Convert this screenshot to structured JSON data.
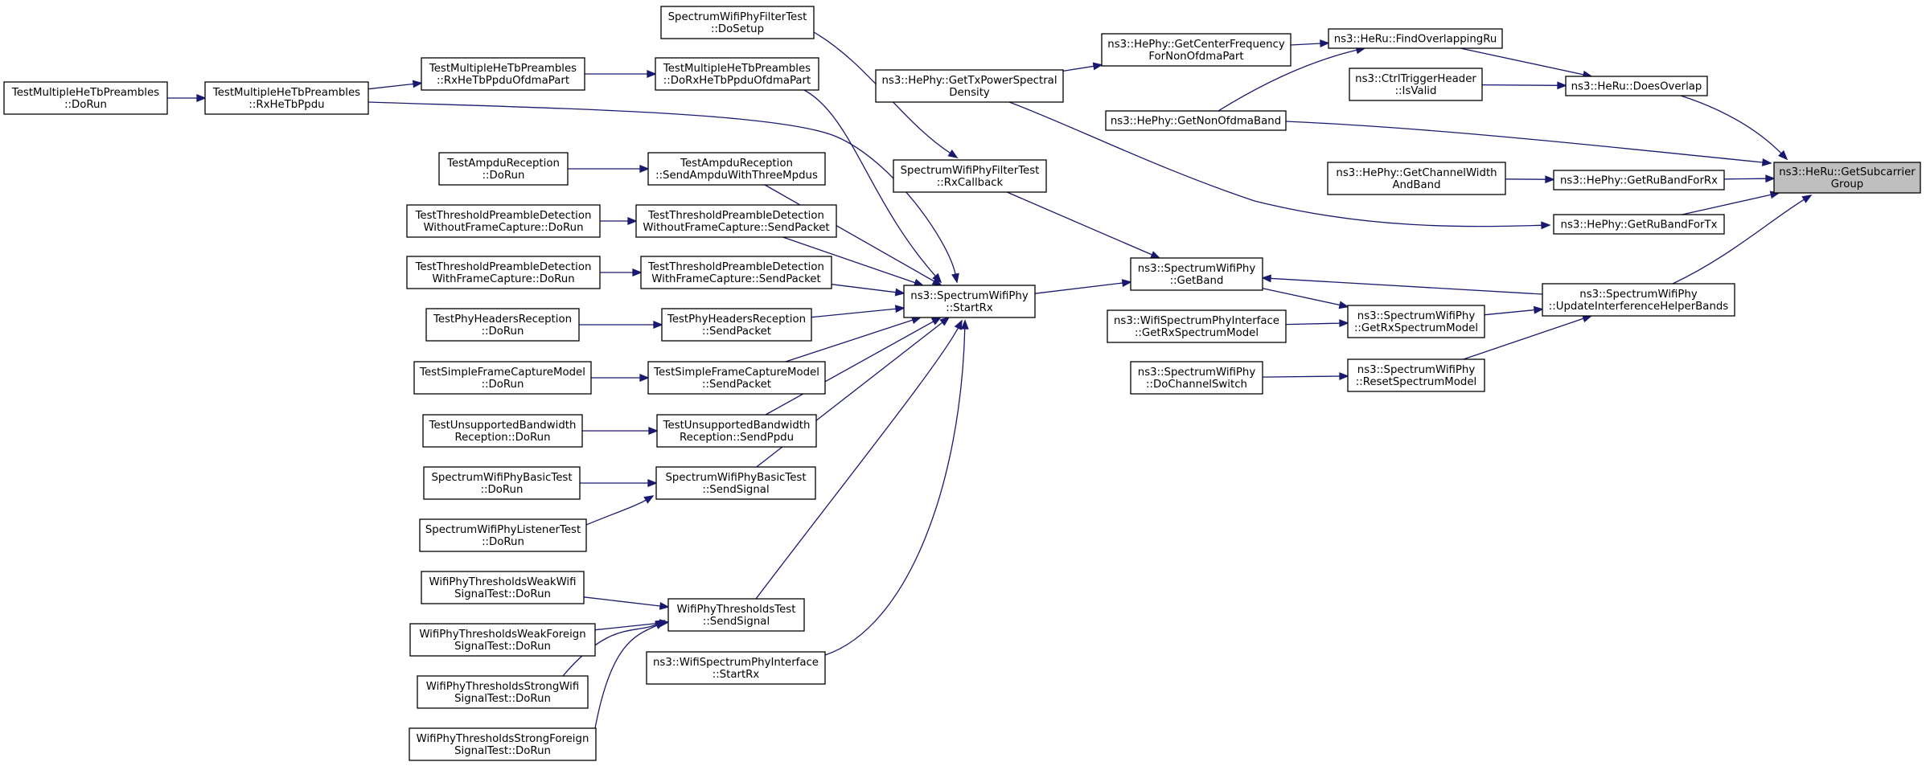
{
  "nodes": {
    "root": [
      "ns3::HeRu::GetSubcarrier",
      "Group"
    ],
    "doesOverlap": [
      "ns3::HeRu::DoesOverlap"
    ],
    "findOverlappingRu": [
      "ns3::HeRu::FindOverlappingRu"
    ],
    "isValid": [
      "ns3::CtrlTriggerHeader",
      "::IsValid"
    ],
    "getRuBandForRx": [
      "ns3::HePhy::GetRuBandForRx"
    ],
    "getRuBandForTx": [
      "ns3::HePhy::GetRuBandForTx"
    ],
    "getNonOfdmaBand": [
      "ns3::HePhy::GetNonOfdmaBand"
    ],
    "getChannelWidthAndBand": [
      "ns3::HePhy::GetChannelWidth",
      "AndBand"
    ],
    "updateInterference": [
      "ns3::SpectrumWifiPhy",
      "::UpdateInterferenceHelperBands"
    ],
    "getCenterFrequency": [
      "ns3::HePhy::GetCenterFrequency",
      "ForNonOfdmaPart"
    ],
    "getTxPsd": [
      "ns3::HePhy::GetTxPowerSpectral",
      "Density"
    ],
    "getBand": [
      "ns3::SpectrumWifiPhy",
      "::GetBand"
    ],
    "getRxSpectrumModel": [
      "ns3::SpectrumWifiPhy",
      "::GetRxSpectrumModel"
    ],
    "resetSpectrumModel": [
      "ns3::SpectrumWifiPhy",
      "::ResetSpectrumModel"
    ],
    "ifaceGetRxSpectrumModel": [
      "ns3::WifiSpectrumPhyInterface",
      "::GetRxSpectrumModel"
    ],
    "doChannelSwitch": [
      "ns3::SpectrumWifiPhy",
      "::DoChannelSwitch"
    ],
    "startRx": [
      "ns3::SpectrumWifiPhy",
      "::StartRx"
    ],
    "filterRxCallback": [
      "SpectrumWifiPhyFilterTest",
      "::RxCallback"
    ],
    "filterDoSetup": [
      "SpectrumWifiPhyFilterTest",
      "::DoSetup"
    ],
    "mhtbDoRxOfdma": [
      "TestMultipleHeTbPreambles",
      "::DoRxHeTbPpduOfdmaPart"
    ],
    "mhtbRxOfdma": [
      "TestMultipleHeTbPreambles",
      "::RxHeTbPpduOfdmaPart"
    ],
    "mhtbRxHeTbPpdu": [
      "TestMultipleHeTbPreambles",
      "::RxHeTbPpdu"
    ],
    "mhtbDoRun": [
      "TestMultipleHeTbPreambles",
      "::DoRun"
    ],
    "ampduSend": [
      "TestAmpduReception",
      "::SendAmpduWithThreeMpdus"
    ],
    "ampduDoRun": [
      "TestAmpduReception",
      "::DoRun"
    ],
    "tpdWoSend": [
      "TestThresholdPreambleDetection",
      "WithoutFrameCapture::SendPacket"
    ],
    "tpdWoDoRun": [
      "TestThresholdPreambleDetection",
      "WithoutFrameCapture::DoRun"
    ],
    "tpdWSend": [
      "TestThresholdPreambleDetection",
      "WithFrameCapture::SendPacket"
    ],
    "tpdWDoRun": [
      "TestThresholdPreambleDetection",
      "WithFrameCapture::DoRun"
    ],
    "phrSend": [
      "TestPhyHeadersReception",
      "::SendPacket"
    ],
    "phrDoRun": [
      "TestPhyHeadersReception",
      "::DoRun"
    ],
    "sfcSend": [
      "TestSimpleFrameCaptureModel",
      "::SendPacket"
    ],
    "sfcDoRun": [
      "TestSimpleFrameCaptureModel",
      "::DoRun"
    ],
    "ubSend": [
      "TestUnsupportedBandwidth",
      "Reception::SendPpdu"
    ],
    "ubDoRun": [
      "TestUnsupportedBandwidth",
      "Reception::DoRun"
    ],
    "basicSend": [
      "SpectrumWifiPhyBasicTest",
      "::SendSignal"
    ],
    "basicDoRun": [
      "SpectrumWifiPhyBasicTest",
      "::DoRun"
    ],
    "listenerDoRun": [
      "SpectrumWifiPhyListenerTest",
      "::DoRun"
    ],
    "thrSend": [
      "WifiPhyThresholdsTest",
      "::SendSignal"
    ],
    "thrWeakWifi": [
      "WifiPhyThresholdsWeakWifi",
      "SignalTest::DoRun"
    ],
    "thrWeakForeign": [
      "WifiPhyThresholdsWeakForeign",
      "SignalTest::DoRun"
    ],
    "thrStrongWifi": [
      "WifiPhyThresholdsStrongWifi",
      "SignalTest::DoRun"
    ],
    "thrStrongForeign": [
      "WifiPhyThresholdsStrongForeign",
      "SignalTest::DoRun"
    ],
    "ifaceStartRx": [
      "ns3::WifiSpectrumPhyInterface",
      "::StartRx"
    ]
  },
  "edges": [
    [
      "doesOverlap",
      "root"
    ],
    [
      "getRuBandForRx",
      "root"
    ],
    [
      "getRuBandForTx",
      "root"
    ],
    [
      "getNonOfdmaBand",
      "root"
    ],
    [
      "updateInterference",
      "root"
    ],
    [
      "findOverlappingRu",
      "doesOverlap"
    ],
    [
      "isValid",
      "doesOverlap"
    ],
    [
      "getCenterFrequency",
      "findOverlappingRu"
    ],
    [
      "getNonOfdmaBand",
      "findOverlappingRu"
    ],
    [
      "getTxPsd",
      "getCenterFrequency"
    ],
    [
      "getChannelWidthAndBand",
      "getRuBandForRx"
    ],
    [
      "getTxPsd",
      "getRuBandForTx"
    ],
    [
      "updateInterference",
      "getBand"
    ],
    [
      "getRxSpectrumModel",
      "updateInterference"
    ],
    [
      "resetSpectrumModel",
      "updateInterference"
    ],
    [
      "getBand",
      "getRxSpectrumModel"
    ],
    [
      "ifaceGetRxSpectrumModel",
      "getRxSpectrumModel"
    ],
    [
      "doChannelSwitch",
      "resetSpectrumModel"
    ],
    [
      "startRx",
      "getBand"
    ],
    [
      "filterRxCallback",
      "getBand"
    ],
    [
      "filterDoSetup",
      "filterRxCallback"
    ],
    [
      "mhtbDoRxOfdma",
      "startRx"
    ],
    [
      "mhtbRxHeTbPpdu",
      "startRx"
    ],
    [
      "ampduSend",
      "startRx"
    ],
    [
      "tpdWoSend",
      "startRx"
    ],
    [
      "tpdWSend",
      "startRx"
    ],
    [
      "phrSend",
      "startRx"
    ],
    [
      "sfcSend",
      "startRx"
    ],
    [
      "ubSend",
      "startRx"
    ],
    [
      "basicSend",
      "startRx"
    ],
    [
      "thrSend",
      "startRx"
    ],
    [
      "ifaceStartRx",
      "startRx"
    ],
    [
      "mhtbRxOfdma",
      "mhtbDoRxOfdma"
    ],
    [
      "mhtbRxHeTbPpdu",
      "mhtbRxOfdma"
    ],
    [
      "mhtbDoRun",
      "mhtbRxHeTbPpdu"
    ],
    [
      "ampduDoRun",
      "ampduSend"
    ],
    [
      "tpdWoDoRun",
      "tpdWoSend"
    ],
    [
      "tpdWDoRun",
      "tpdWSend"
    ],
    [
      "phrDoRun",
      "phrSend"
    ],
    [
      "sfcDoRun",
      "sfcSend"
    ],
    [
      "ubDoRun",
      "ubSend"
    ],
    [
      "basicDoRun",
      "basicSend"
    ],
    [
      "listenerDoRun",
      "basicSend"
    ],
    [
      "thrWeakWifi",
      "thrSend"
    ],
    [
      "thrWeakForeign",
      "thrSend"
    ],
    [
      "thrStrongWifi",
      "thrSend"
    ],
    [
      "thrStrongForeign",
      "thrSend"
    ]
  ],
  "colors": {
    "edge": "#191970",
    "node_border": "#000000",
    "node_fill": "#ffffff",
    "root_fill": "#bfbfbf"
  }
}
